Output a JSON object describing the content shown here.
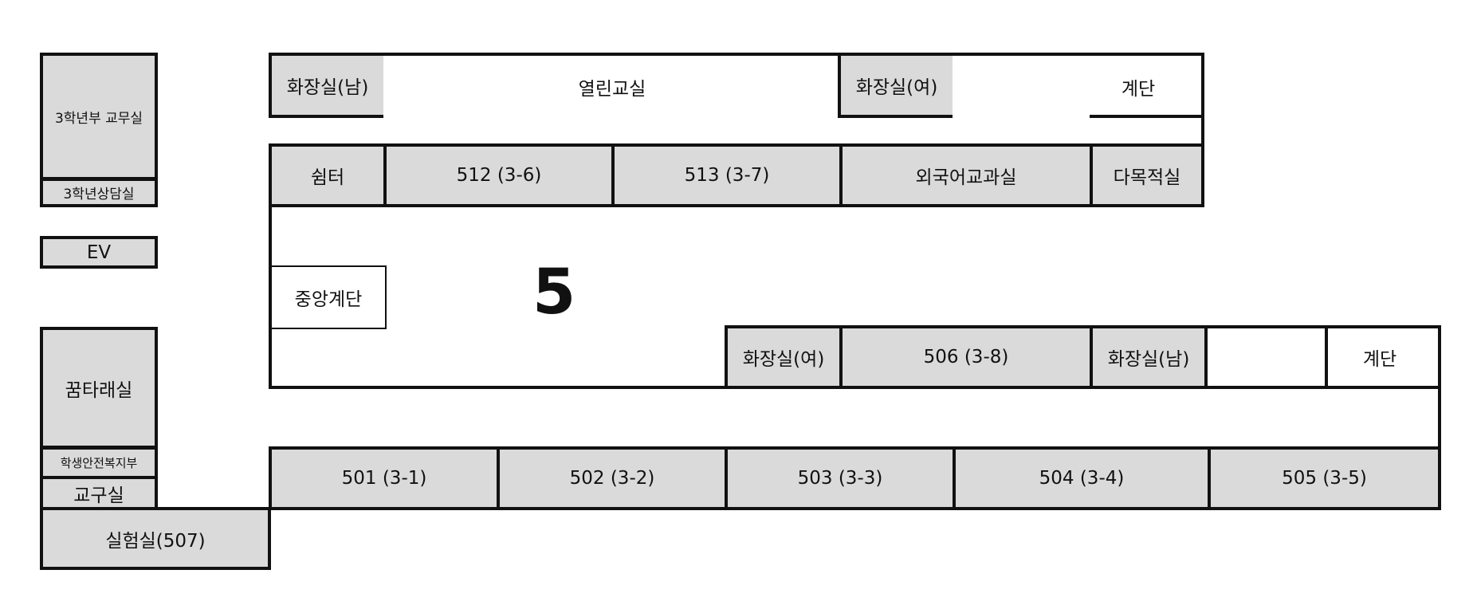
{
  "floor_number": "5",
  "rooms": {
    "grade3_office": "3학년부 교무실",
    "grade3_counsel": "3학년상담실",
    "ev": "EV",
    "dream_room": "꿈타래실",
    "safety_welfare": "학생안전복지부",
    "teaching_tools": "교구실",
    "lab_507": "실험실(507)",
    "toilet_m_top": "화장실(남)",
    "open_class": "열린교실",
    "toilet_f_top": "화장실(여)",
    "stairs_top": "계단",
    "shelter": "쉼터",
    "r512": "512 (3-6)",
    "r513": "513 (3-7)",
    "foreign_lang": "외국어교과실",
    "multipurpose": "다목적실",
    "central_stairs": "중앙계단",
    "toilet_f_mid": "화장실(여)",
    "r506": "506 (3-8)",
    "toilet_m_mid": "화장실(남)",
    "stairs_right": "계단",
    "r501": "501 (3-1)",
    "r502": "502 (3-2)",
    "r503": "503 (3-3)",
    "r504": "504 (3-4)",
    "r505": "505 (3-5)"
  },
  "colors": {
    "room_fill": "#dadada",
    "outline": "#111111",
    "background": "#ffffff"
  }
}
